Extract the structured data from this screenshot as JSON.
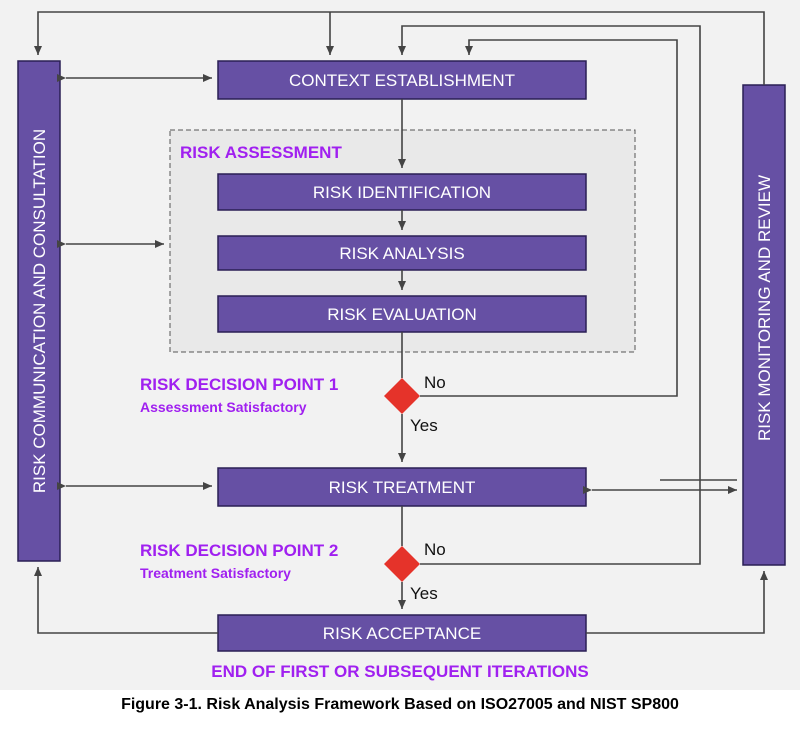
{
  "colors": {
    "box_fill": "#6650a4",
    "box_stroke": "#2a1f55",
    "accent_purple": "#a020f0",
    "diamond": "#e5332a",
    "background": "#f2f2f2",
    "assessment_bg": "#e9e9e9"
  },
  "boxes": {
    "context": "CONTEXT ESTABLISHMENT",
    "identification": "RISK IDENTIFICATION",
    "analysis": "RISK ANALYSIS",
    "evaluation": "RISK EVALUATION",
    "treatment": "RISK TREATMENT",
    "acceptance": "RISK ACCEPTANCE"
  },
  "side_bars": {
    "communication": "RISK COMMUNICATION AND CONSULTATION",
    "monitoring": "RISK MONITORING AND REVIEW"
  },
  "assessment_group": {
    "title": "RISK ASSESSMENT"
  },
  "decision_points": [
    {
      "title": "RISK DECISION POINT 1",
      "subtitle": "Assessment Satisfactory",
      "no": "No",
      "yes": "Yes"
    },
    {
      "title": "RISK DECISION POINT 2",
      "subtitle": "Treatment Satisfactory",
      "no": "No",
      "yes": "Yes"
    }
  ],
  "footer_label": "END OF FIRST OR SUBSEQUENT ITERATIONS",
  "caption": "Figure 3-1.   Risk Analysis Framework Based on ISO27005 and NIST SP800"
}
